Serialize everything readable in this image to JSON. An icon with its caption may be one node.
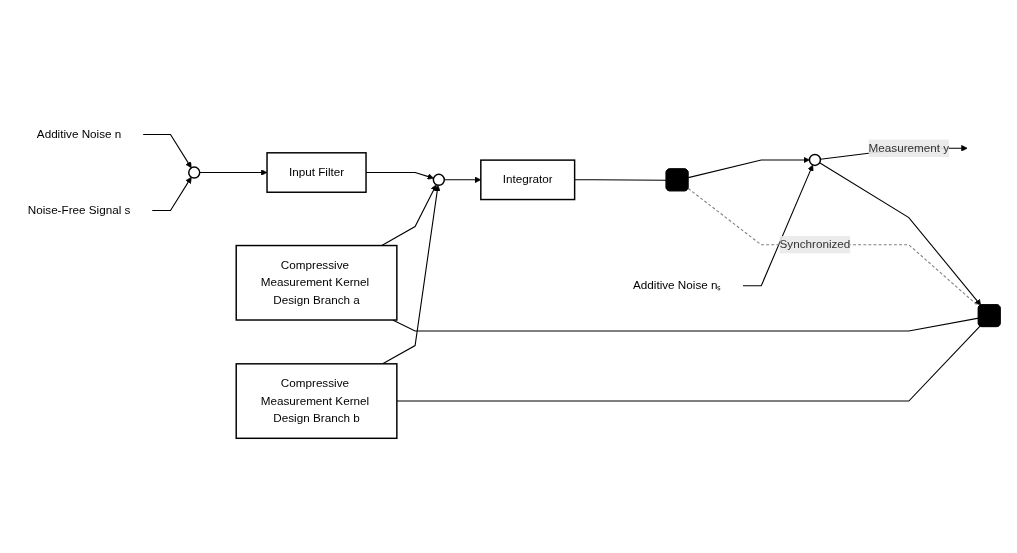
{
  "diagram": {
    "nodes": [
      {
        "text": [
          "Additive Noise n"
        ]
      },
      {
        "text": [
          "Noise-Free Signal s"
        ]
      },
      {
        "text": [],
        "shape": "circle"
      },
      {
        "text": [
          "Input Filter"
        ]
      },
      {
        "text": [],
        "shape": "circle"
      },
      {
        "text": [
          "Integrator"
        ]
      },
      {
        "text": [],
        "shape": "switch"
      },
      {
        "text": [
          "Additive Noise nₛ"
        ]
      },
      {
        "text": [],
        "shape": "circle"
      },
      {
        "text": [
          "Compressive Measurement Kernel Design Branch a"
        ]
      },
      {
        "text": [
          "Compressive Measurement Kernel Design Branch b"
        ]
      },
      {
        "text": [],
        "shape": "switch"
      }
    ],
    "edges": [
      {
        "from": 0,
        "to": 2,
        "arrow": "to"
      },
      {
        "from": 1,
        "to": 2,
        "arrow": "to"
      },
      {
        "from": 2,
        "to": 3,
        "arrow": "to"
      },
      {
        "from": 3,
        "to": 4,
        "arrow": "to"
      },
      {
        "from": 4,
        "to": 5,
        "arrow": "to"
      },
      {
        "from": 5,
        "to": 6,
        "arrow": "none"
      },
      {
        "from": 6,
        "to": 8,
        "arrow": "to"
      },
      {
        "from": 7,
        "to": 8,
        "arrow": "to"
      },
      {
        "from": 8,
        "to": null,
        "arrow": "to",
        "label": "Measurement y"
      },
      {
        "from": 9,
        "to": 4,
        "arrow": "to"
      },
      {
        "from": 10,
        "to": 4,
        "arrow": "to"
      },
      {
        "from": 9,
        "to": 11,
        "arrow": "none"
      },
      {
        "from": 10,
        "to": 11,
        "arrow": "none"
      },
      {
        "from": 8,
        "to": 11,
        "arrow": "to"
      },
      {
        "from": 6,
        "to": 11,
        "arrow": "none",
        "style": "dashed",
        "color": "#808080",
        "label": "Synchronized"
      }
    ]
  }
}
